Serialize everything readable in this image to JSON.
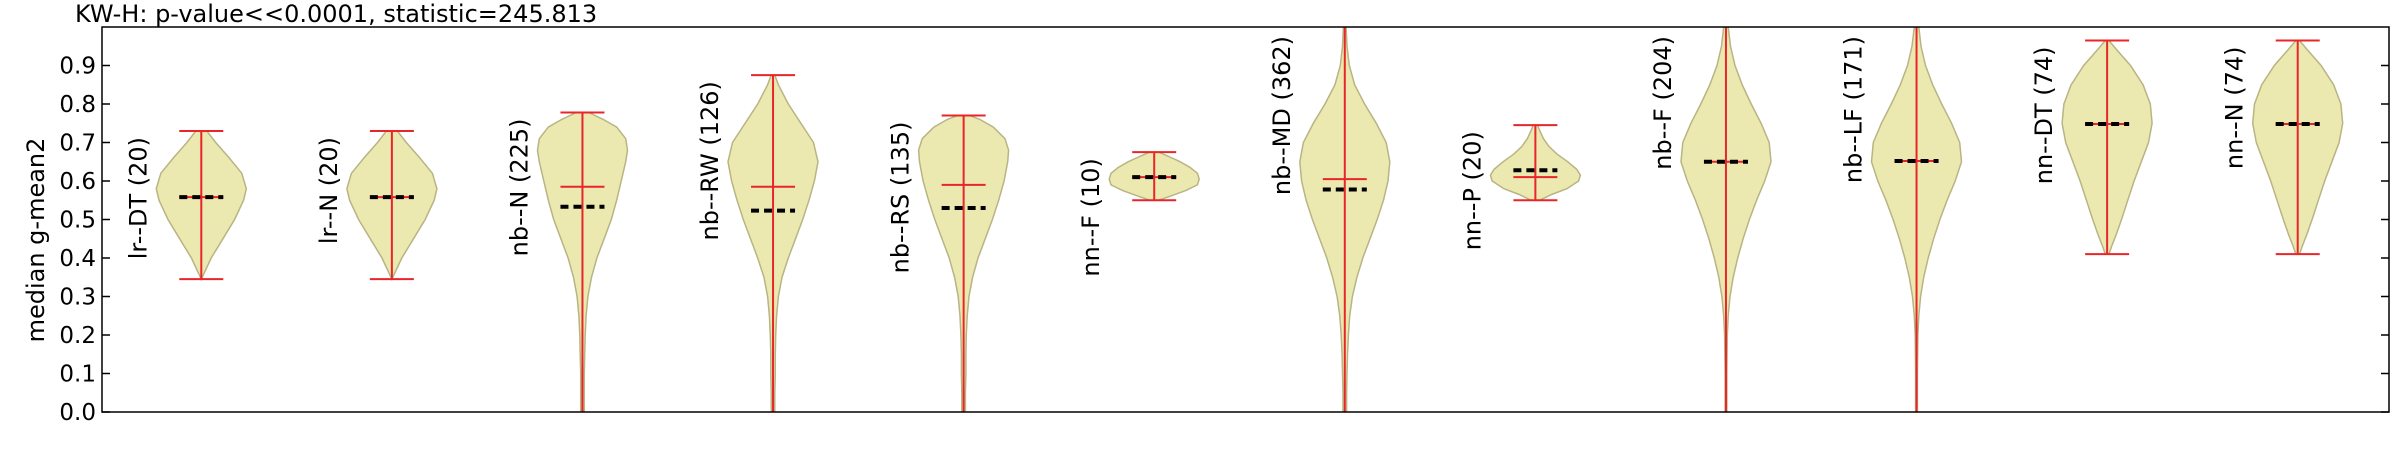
{
  "chart_data": {
    "type": "violin",
    "title": "KW-H: p-value<<0.0001, statistic=245.813",
    "ylabel": "median g-mean2",
    "ylim": [
      0.0,
      1.0
    ],
    "yticks": [
      0.0,
      0.1,
      0.2,
      0.3,
      0.4,
      0.5,
      0.6,
      0.7,
      0.8,
      0.9
    ],
    "grid": false,
    "colors": {
      "violin_fill": "#ece9b0",
      "violin_edge": "#b8b484",
      "stat_line": "#e8262a",
      "median_marker": "#000000",
      "axes": "#000000"
    },
    "violins": [
      {
        "label": "lr--DT (20)",
        "min": 0.345,
        "max": 0.73,
        "mean": 0.558,
        "median": 0.558,
        "profile": [
          [
            0.345,
            0.0
          ],
          [
            0.36,
            0.06
          ],
          [
            0.4,
            0.22
          ],
          [
            0.45,
            0.48
          ],
          [
            0.5,
            0.74
          ],
          [
            0.55,
            0.94
          ],
          [
            0.58,
            1.0
          ],
          [
            0.62,
            0.9
          ],
          [
            0.66,
            0.62
          ],
          [
            0.7,
            0.32
          ],
          [
            0.73,
            0.12
          ]
        ]
      },
      {
        "label": "lr--N (20)",
        "min": 0.345,
        "max": 0.73,
        "mean": 0.558,
        "median": 0.558,
        "profile": [
          [
            0.345,
            0.0
          ],
          [
            0.36,
            0.06
          ],
          [
            0.4,
            0.22
          ],
          [
            0.45,
            0.48
          ],
          [
            0.5,
            0.74
          ],
          [
            0.55,
            0.94
          ],
          [
            0.58,
            1.0
          ],
          [
            0.62,
            0.9
          ],
          [
            0.66,
            0.62
          ],
          [
            0.7,
            0.32
          ],
          [
            0.73,
            0.12
          ]
        ]
      },
      {
        "label": "nb--N (225)",
        "min": 0.0,
        "max": 0.778,
        "mean": 0.585,
        "median": 0.533,
        "profile": [
          [
            0.0,
            0.04
          ],
          [
            0.05,
            0.04
          ],
          [
            0.1,
            0.04
          ],
          [
            0.15,
            0.05
          ],
          [
            0.2,
            0.06
          ],
          [
            0.25,
            0.08
          ],
          [
            0.3,
            0.12
          ],
          [
            0.35,
            0.2
          ],
          [
            0.4,
            0.32
          ],
          [
            0.45,
            0.48
          ],
          [
            0.5,
            0.64
          ],
          [
            0.55,
            0.76
          ],
          [
            0.6,
            0.86
          ],
          [
            0.65,
            0.96
          ],
          [
            0.68,
            1.0
          ],
          [
            0.71,
            0.96
          ],
          [
            0.74,
            0.76
          ],
          [
            0.76,
            0.46
          ],
          [
            0.778,
            0.14
          ]
        ]
      },
      {
        "label": "nb--RW (126)",
        "min": 0.0,
        "max": 0.875,
        "mean": 0.585,
        "median": 0.523,
        "profile": [
          [
            0.0,
            0.04
          ],
          [
            0.05,
            0.04
          ],
          [
            0.1,
            0.05
          ],
          [
            0.15,
            0.05
          ],
          [
            0.2,
            0.06
          ],
          [
            0.25,
            0.08
          ],
          [
            0.3,
            0.12
          ],
          [
            0.35,
            0.2
          ],
          [
            0.4,
            0.34
          ],
          [
            0.45,
            0.5
          ],
          [
            0.5,
            0.66
          ],
          [
            0.55,
            0.8
          ],
          [
            0.6,
            0.92
          ],
          [
            0.65,
            1.0
          ],
          [
            0.7,
            0.9
          ],
          [
            0.75,
            0.62
          ],
          [
            0.8,
            0.34
          ],
          [
            0.85,
            0.12
          ],
          [
            0.875,
            0.04
          ]
        ]
      },
      {
        "label": "nb--RS (135)",
        "min": 0.0,
        "max": 0.77,
        "mean": 0.59,
        "median": 0.53,
        "profile": [
          [
            0.0,
            0.04
          ],
          [
            0.05,
            0.04
          ],
          [
            0.1,
            0.05
          ],
          [
            0.15,
            0.05
          ],
          [
            0.2,
            0.06
          ],
          [
            0.25,
            0.08
          ],
          [
            0.3,
            0.12
          ],
          [
            0.35,
            0.2
          ],
          [
            0.4,
            0.32
          ],
          [
            0.45,
            0.48
          ],
          [
            0.5,
            0.64
          ],
          [
            0.55,
            0.78
          ],
          [
            0.6,
            0.9
          ],
          [
            0.65,
            0.98
          ],
          [
            0.68,
            1.0
          ],
          [
            0.71,
            0.92
          ],
          [
            0.74,
            0.66
          ],
          [
            0.76,
            0.36
          ],
          [
            0.77,
            0.14
          ]
        ]
      },
      {
        "label": "nn--F (10)",
        "min": 0.55,
        "max": 0.675,
        "mean": 0.61,
        "median": 0.61,
        "profile": [
          [
            0.55,
            0.1
          ],
          [
            0.56,
            0.34
          ],
          [
            0.575,
            0.7
          ],
          [
            0.59,
            0.96
          ],
          [
            0.605,
            1.0
          ],
          [
            0.62,
            0.96
          ],
          [
            0.635,
            0.8
          ],
          [
            0.65,
            0.58
          ],
          [
            0.665,
            0.3
          ],
          [
            0.675,
            0.1
          ]
        ]
      },
      {
        "label": "nb--MD (362)",
        "min": 0.0,
        "max": 1.0,
        "mean": 0.605,
        "median": 0.578,
        "profile": [
          [
            0.0,
            0.04
          ],
          [
            0.05,
            0.04
          ],
          [
            0.1,
            0.05
          ],
          [
            0.15,
            0.06
          ],
          [
            0.2,
            0.08
          ],
          [
            0.25,
            0.11
          ],
          [
            0.3,
            0.17
          ],
          [
            0.35,
            0.27
          ],
          [
            0.4,
            0.4
          ],
          [
            0.45,
            0.56
          ],
          [
            0.5,
            0.72
          ],
          [
            0.55,
            0.86
          ],
          [
            0.6,
            0.96
          ],
          [
            0.65,
            1.0
          ],
          [
            0.7,
            0.92
          ],
          [
            0.75,
            0.7
          ],
          [
            0.8,
            0.44
          ],
          [
            0.85,
            0.22
          ],
          [
            0.9,
            0.1
          ],
          [
            0.95,
            0.05
          ],
          [
            1.0,
            0.03
          ]
        ]
      },
      {
        "label": "nn--P (20)",
        "min": 0.55,
        "max": 0.745,
        "mean": 0.61,
        "median": 0.628,
        "profile": [
          [
            0.55,
            0.1
          ],
          [
            0.565,
            0.36
          ],
          [
            0.58,
            0.7
          ],
          [
            0.6,
            0.96
          ],
          [
            0.615,
            1.0
          ],
          [
            0.63,
            0.92
          ],
          [
            0.65,
            0.72
          ],
          [
            0.67,
            0.48
          ],
          [
            0.69,
            0.3
          ],
          [
            0.71,
            0.18
          ],
          [
            0.73,
            0.1
          ],
          [
            0.745,
            0.05
          ]
        ]
      },
      {
        "label": "nb--F (204)",
        "min": 0.0,
        "max": 1.0,
        "mean": 0.65,
        "median": 0.65,
        "profile": [
          [
            0.0,
            0.02
          ],
          [
            0.1,
            0.02
          ],
          [
            0.2,
            0.03
          ],
          [
            0.25,
            0.05
          ],
          [
            0.3,
            0.09
          ],
          [
            0.35,
            0.16
          ],
          [
            0.4,
            0.26
          ],
          [
            0.45,
            0.38
          ],
          [
            0.5,
            0.52
          ],
          [
            0.55,
            0.68
          ],
          [
            0.6,
            0.86
          ],
          [
            0.65,
            1.0
          ],
          [
            0.7,
            0.96
          ],
          [
            0.75,
            0.78
          ],
          [
            0.8,
            0.56
          ],
          [
            0.85,
            0.36
          ],
          [
            0.9,
            0.2
          ],
          [
            0.95,
            0.1
          ],
          [
            1.0,
            0.05
          ]
        ]
      },
      {
        "label": "nb--LF (171)",
        "min": 0.0,
        "max": 1.0,
        "mean": 0.652,
        "median": 0.652,
        "profile": [
          [
            0.0,
            0.02
          ],
          [
            0.1,
            0.02
          ],
          [
            0.2,
            0.03
          ],
          [
            0.25,
            0.05
          ],
          [
            0.3,
            0.09
          ],
          [
            0.35,
            0.16
          ],
          [
            0.4,
            0.26
          ],
          [
            0.45,
            0.38
          ],
          [
            0.5,
            0.52
          ],
          [
            0.55,
            0.68
          ],
          [
            0.6,
            0.86
          ],
          [
            0.65,
            1.0
          ],
          [
            0.7,
            0.96
          ],
          [
            0.75,
            0.78
          ],
          [
            0.8,
            0.56
          ],
          [
            0.85,
            0.36
          ],
          [
            0.9,
            0.2
          ],
          [
            0.95,
            0.1
          ],
          [
            1.0,
            0.05
          ]
        ]
      },
      {
        "label": "nn--DT (74)",
        "min": 0.41,
        "max": 0.965,
        "mean": 0.748,
        "median": 0.748,
        "profile": [
          [
            0.41,
            0.04
          ],
          [
            0.43,
            0.1
          ],
          [
            0.46,
            0.2
          ],
          [
            0.5,
            0.32
          ],
          [
            0.55,
            0.46
          ],
          [
            0.6,
            0.6
          ],
          [
            0.65,
            0.76
          ],
          [
            0.7,
            0.92
          ],
          [
            0.75,
            1.0
          ],
          [
            0.8,
            0.96
          ],
          [
            0.85,
            0.8
          ],
          [
            0.9,
            0.52
          ],
          [
            0.94,
            0.22
          ],
          [
            0.965,
            0.04
          ]
        ]
      },
      {
        "label": "nn--N (74)",
        "min": 0.41,
        "max": 0.965,
        "mean": 0.748,
        "median": 0.748,
        "profile": [
          [
            0.41,
            0.04
          ],
          [
            0.43,
            0.1
          ],
          [
            0.46,
            0.2
          ],
          [
            0.5,
            0.32
          ],
          [
            0.55,
            0.46
          ],
          [
            0.6,
            0.6
          ],
          [
            0.65,
            0.76
          ],
          [
            0.7,
            0.92
          ],
          [
            0.75,
            1.0
          ],
          [
            0.8,
            0.96
          ],
          [
            0.85,
            0.8
          ],
          [
            0.9,
            0.52
          ],
          [
            0.94,
            0.22
          ],
          [
            0.965,
            0.04
          ]
        ]
      }
    ]
  }
}
